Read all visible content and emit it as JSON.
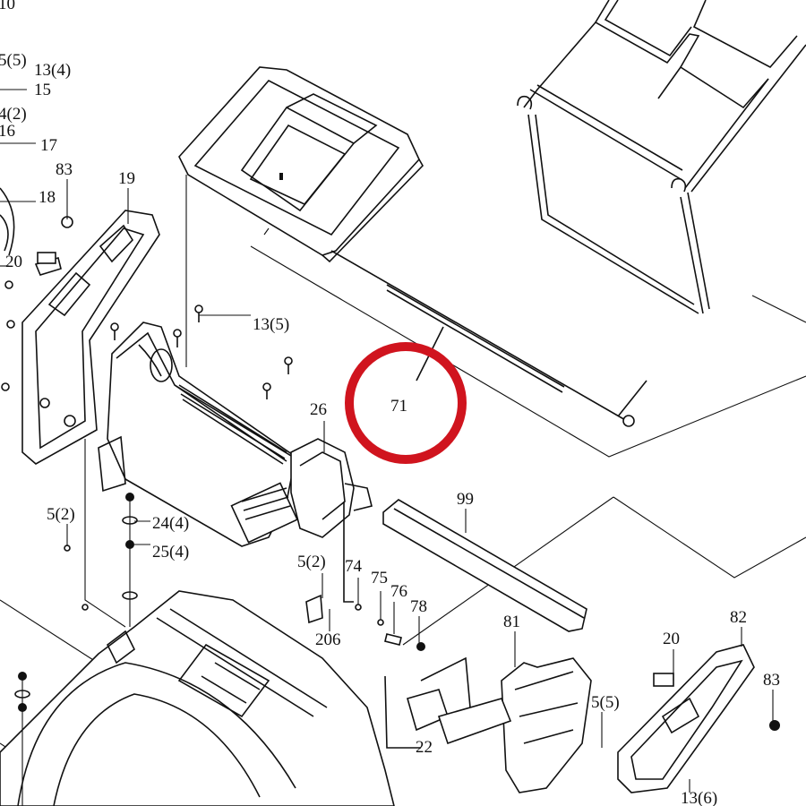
{
  "highlight": {
    "color": "#d0141e",
    "label": "71"
  },
  "labels": {
    "l10": "10",
    "l5_5_top": "5(5)",
    "l13_4": "13(4)",
    "l15": "15",
    "l4_2": "4(2)",
    "l16": "16",
    "l17": "17",
    "l18": "18",
    "l83_left": "83",
    "l19": "19",
    "l20_left": "20",
    "l13_5": "13(5)",
    "l26": "26",
    "l99": "99",
    "l5_2_left": "5(2)",
    "l24_4": "24(4)",
    "l25_4": "25(4)",
    "l5_2_mid": "5(2)",
    "l74": "74",
    "l75": "75",
    "l76": "76",
    "l78": "78",
    "l206": "206",
    "l81": "81",
    "l82": "82",
    "l20_right": "20",
    "l83_right": "83",
    "l5_5_right": "5(5)",
    "l22": "22",
    "l13_6": "13(6)"
  }
}
